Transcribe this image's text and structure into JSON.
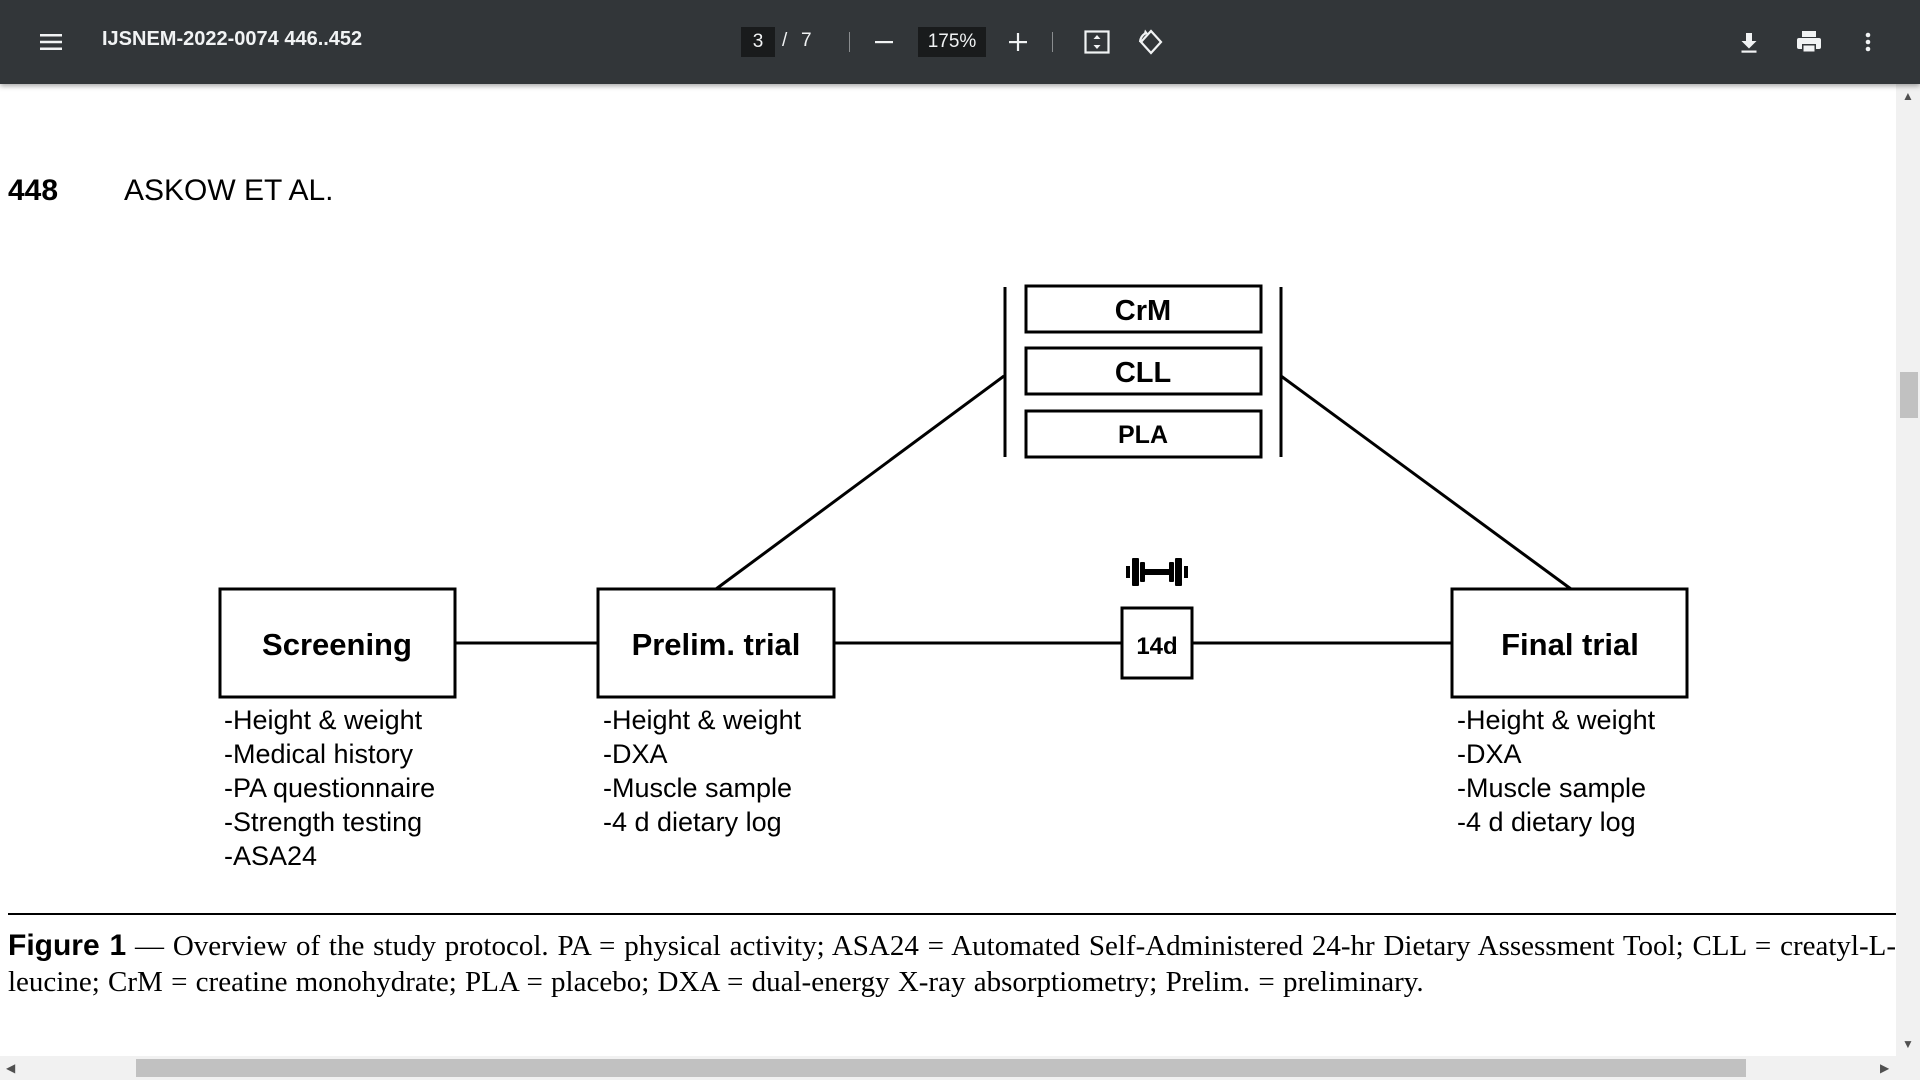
{
  "toolbar": {
    "title": "IJSNEM-2022-0074 446..452",
    "current_page": "3",
    "page_separator": "/",
    "total_pages": "7",
    "zoom": "175%",
    "icons": {
      "menu": "hamburger-menu-icon",
      "zoom_out": "minus-icon",
      "zoom_in": "plus-icon",
      "fit": "fit-to-page-icon",
      "rotate": "rotate-icon",
      "download": "download-icon",
      "print": "print-icon",
      "more": "more-vertical-icon"
    }
  },
  "page": {
    "number": "448",
    "authors": "ASKOW ET AL."
  },
  "figure": {
    "supplements": [
      "CrM",
      "CLL",
      "PLA"
    ],
    "stages": {
      "screening": {
        "title": "Screening",
        "items": [
          "-Height & weight",
          "-Medical history",
          "-PA questionnaire",
          "-Strength testing",
          "-ASA24"
        ]
      },
      "prelim": {
        "title": "Prelim. trial",
        "items": [
          "-Height & weight",
          "-DXA",
          "-Muscle sample",
          "-4 d dietary log"
        ]
      },
      "final": {
        "title": "Final trial",
        "items": [
          "-Height & weight",
          "-DXA",
          "-Muscle sample",
          "-4 d dietary log"
        ]
      }
    },
    "duration": "14d",
    "duration_icon": "dumbbell-icon"
  },
  "caption": {
    "label": "Figure 1",
    "dash": "—",
    "text": "Overview of the study protocol. PA = physical activity; ASA24 = Automated Self-Administered 24-hr Dietary Assessment Tool; CLL = creatyl-L-leucine; CrM = creatine monohydrate; PLA = placebo; DXA = dual-energy X-ray absorptiometry; Prelim. = preliminary."
  }
}
